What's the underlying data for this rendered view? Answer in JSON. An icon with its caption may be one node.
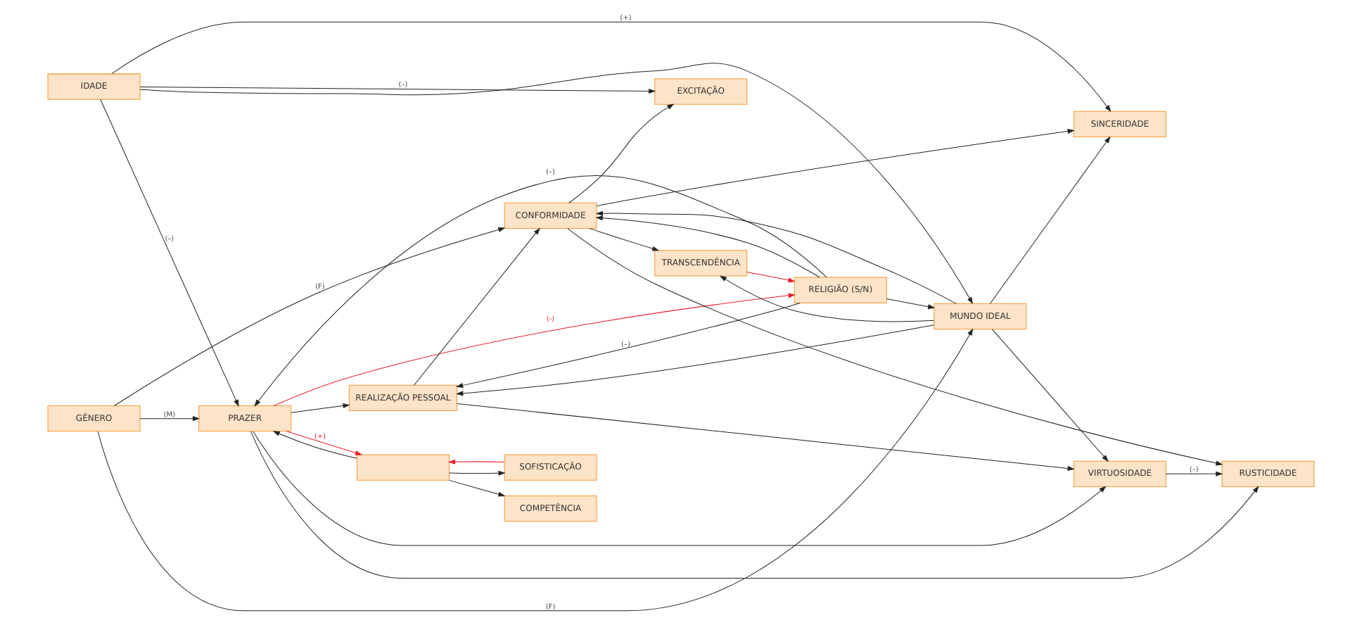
{
  "diagram": {
    "nodes": [
      {
        "text": [
          "PRAZER"
        ]
      },
      {
        "text": [
          "IDADE"
        ]
      },
      {
        "text": [
          "GÊNERO"
        ]
      },
      {
        "text": [],
        "shape": "box"
      },
      {
        "text": [
          "SINCERIDADE"
        ]
      },
      {
        "text": [
          "VIRTUOSIDADE"
        ]
      },
      {
        "text": [
          "EXCITAÇÃO"
        ]
      },
      {
        "text": [
          "REALIZAÇÃO PESSOAL"
        ]
      },
      {
        "text": [
          "SOFISTICAÇÃO"
        ]
      },
      {
        "text": [
          "MUNDO IDEAL"
        ]
      },
      {
        "text": [
          "RELIGIÃO (S/N)"
        ]
      },
      {
        "text": [
          "COMPETÊNCIA"
        ]
      },
      {
        "text": [
          "CONFORMIDADE"
        ]
      },
      {
        "text": [
          "RUSTICIDADE"
        ]
      },
      {
        "text": [
          "TRANSCENDÊNCIA"
        ]
      }
    ],
    "edges": [
      {
        "from": 1,
        "to": 0,
        "arrow": "to",
        "label": "(–)"
      },
      {
        "from": 1,
        "to": 4,
        "arrow": "to",
        "label": "(+)"
      },
      {
        "from": 1,
        "to": 6,
        "arrow": "to",
        "label": "(–)"
      },
      {
        "from": 1,
        "to": 9,
        "arrow": "to"
      },
      {
        "from": 2,
        "to": 0,
        "arrow": "to",
        "label": "(M)"
      },
      {
        "from": 2,
        "to": 9,
        "arrow": "to",
        "label": "(F)"
      },
      {
        "from": 2,
        "to": 12,
        "arrow": "to",
        "label": "(F)"
      },
      {
        "from": 0,
        "to": 10,
        "arrow": "to",
        "label": "(-)",
        "color": "#e8202a"
      },
      {
        "from": 10,
        "to": 0,
        "arrow": "to",
        "label": "(–)"
      },
      {
        "from": 0,
        "to": 3,
        "arrow": "to",
        "label": "(+)",
        "color": "#e8202a"
      },
      {
        "from": 3,
        "to": 0,
        "arrow": "to"
      },
      {
        "from": 0,
        "to": 5,
        "arrow": "to"
      },
      {
        "from": 0,
        "to": 7,
        "arrow": "to"
      },
      {
        "from": 0,
        "to": 13,
        "arrow": "to"
      },
      {
        "from": 3,
        "to": 8,
        "arrow": "to"
      },
      {
        "from": 3,
        "to": 11,
        "arrow": "to"
      },
      {
        "from": 8,
        "to": 3,
        "arrow": "to",
        "color": "#e8202a"
      },
      {
        "from": 5,
        "to": 13,
        "arrow": "to",
        "label": "(–)"
      },
      {
        "from": 7,
        "to": 5,
        "arrow": "to"
      },
      {
        "from": 7,
        "to": 12,
        "arrow": "to"
      },
      {
        "from": 9,
        "to": 7,
        "arrow": "to"
      },
      {
        "from": 9,
        "to": 5,
        "arrow": "to"
      },
      {
        "from": 9,
        "to": 12,
        "arrow": "to"
      },
      {
        "from": 9,
        "to": 14,
        "arrow": "to"
      },
      {
        "from": 9,
        "to": 4,
        "arrow": "to"
      },
      {
        "from": 10,
        "to": 7,
        "arrow": "to",
        "label": "(–)"
      },
      {
        "from": 10,
        "to": 9,
        "arrow": "to"
      },
      {
        "from": 10,
        "to": 12,
        "arrow": "to"
      },
      {
        "from": 12,
        "to": 4,
        "arrow": "to"
      },
      {
        "from": 12,
        "to": 6,
        "arrow": "to"
      },
      {
        "from": 12,
        "to": 13,
        "arrow": "to"
      },
      {
        "from": 12,
        "to": 14,
        "arrow": "to"
      },
      {
        "from": 14,
        "to": 10,
        "arrow": "to",
        "color": "#e8202a"
      }
    ]
  }
}
